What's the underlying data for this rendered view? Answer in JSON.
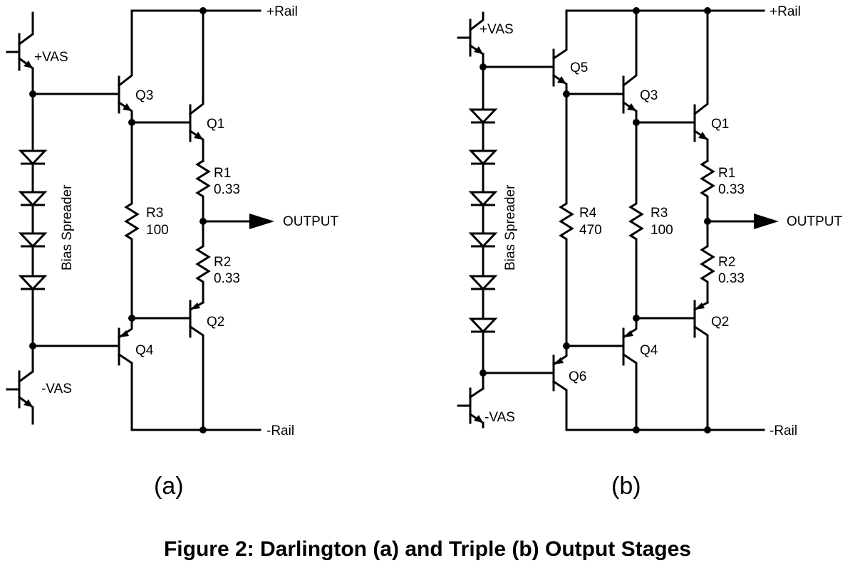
{
  "figure_caption": "Figure 2: Darlington (a) and Triple (b) Output Stages",
  "circuit_a": {
    "panel_label": "(a)",
    "rail_pos": "+Rail",
    "rail_neg": "-Rail",
    "vas_pos": "+VAS",
    "vas_neg": "-VAS",
    "output": "OUTPUT",
    "bias": "Bias Spreader",
    "q1": "Q1",
    "q2": "Q2",
    "q3": "Q3",
    "q4": "Q4",
    "r1_name": "R1",
    "r1_value": "0.33",
    "r2_name": "R2",
    "r2_value": "0.33",
    "r3_name": "R3",
    "r3_value": "100"
  },
  "circuit_b": {
    "panel_label": "(b)",
    "rail_pos": "+Rail",
    "rail_neg": "-Rail",
    "vas_pos": "+VAS",
    "vas_neg": "-VAS",
    "output": "OUTPUT",
    "bias": "Bias Spreader",
    "q1": "Q1",
    "q2": "Q2",
    "q3": "Q3",
    "q4": "Q4",
    "q5": "Q5",
    "q6": "Q6",
    "r1_name": "R1",
    "r1_value": "0.33",
    "r2_name": "R2",
    "r2_value": "0.33",
    "r3_name": "R3",
    "r3_value": "100",
    "r4_name": "R4",
    "r4_value": "470"
  }
}
